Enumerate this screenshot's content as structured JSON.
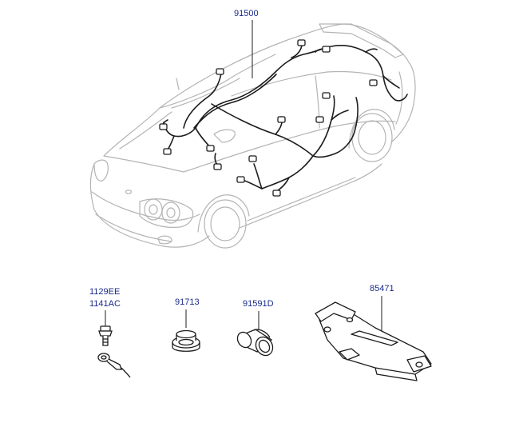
{
  "labels": {
    "harness": "91500",
    "bolt_a": "1129EE",
    "bolt_b": "1141AC",
    "grommet": "91713",
    "plug": "91591D",
    "bracket": "85471"
  },
  "colors": {
    "label": "#1a2a8a",
    "outline": "#b4b4b4",
    "wire": "#1c1c1c"
  }
}
